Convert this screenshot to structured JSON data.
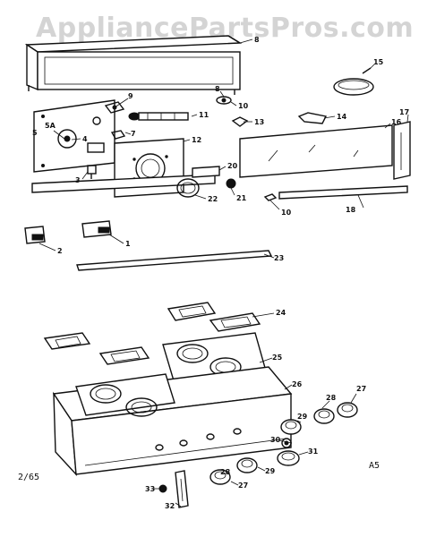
{
  "watermark": "AppliancePartsPros.com",
  "footer": {
    "date_code": "2/65",
    "sheet_code": "A5"
  },
  "callouts": {
    "c1": "1",
    "c2": "2",
    "c3": "3",
    "c4": "4",
    "c5": "5",
    "c5a": "5A",
    "c7": "7",
    "c8a": "8",
    "c8b": "8",
    "c9": "9",
    "c10a": "10",
    "c10b": "10",
    "c11": "11",
    "c12": "12",
    "c13": "13",
    "c14": "14",
    "c15": "15",
    "c16": "16",
    "c17": "17",
    "c18": "18",
    "c20": "20",
    "c21": "21",
    "c22": "22",
    "c23": "23",
    "c24": "24",
    "c25": "25",
    "c26": "26",
    "c27a": "27",
    "c27b": "27",
    "c28a": "28",
    "c28b": "28",
    "c29a": "29",
    "c29b": "29",
    "c30": "30",
    "c31": "31",
    "c32": "32",
    "c33": "33"
  }
}
